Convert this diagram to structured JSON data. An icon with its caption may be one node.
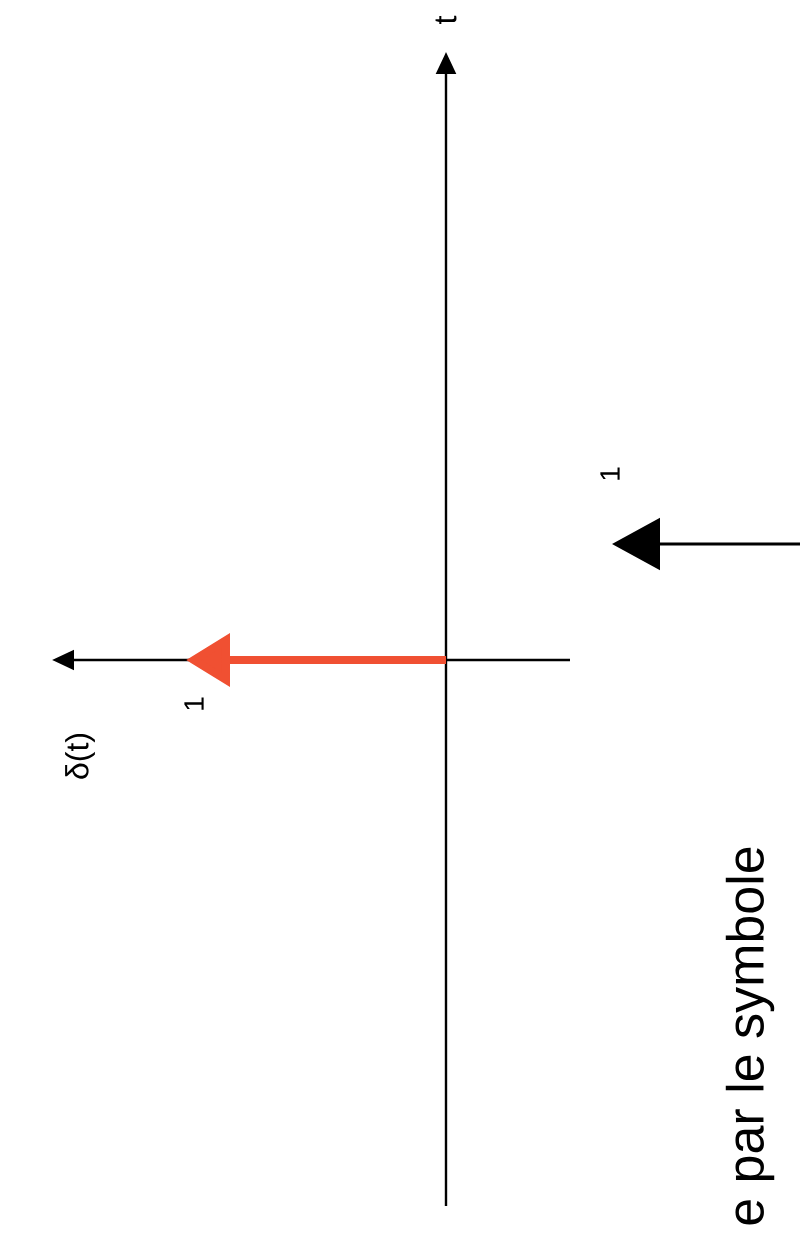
{
  "diagram": {
    "labels": [
      "t",
      "δ(t)",
      "1",
      "1",
      "e par le symbole"
    ]
  }
}
